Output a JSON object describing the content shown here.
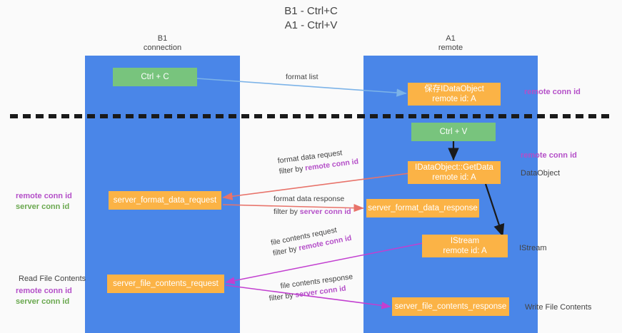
{
  "title": "B1 - Ctrl+C\nA1 - Ctrl+V",
  "lanes": [
    {
      "id": "b1",
      "title": "B1\nconnection",
      "color": "#4a86e8"
    },
    {
      "id": "a1",
      "title": "A1\nremote",
      "color": "#4a86e8"
    }
  ],
  "nodes": {
    "ctrl_c": "Ctrl + C",
    "ctrl_v": "Ctrl + V",
    "save_idataobject": "保存IDataObject\nremote id: A",
    "idataobject_getdata": "IDataObject::GetData\nremote id: A",
    "server_format_data_request": "server_format_data_request",
    "server_format_data_response": "server_format_data_response",
    "istream": "IStream\nremote id: A",
    "server_file_contents_request": "server_file_contents_request",
    "server_file_contents_response": "server_file_contents_response"
  },
  "edges": {
    "format_list": "format list",
    "format_data_request": "format data request",
    "format_data_request_filter_prefix": "filter by ",
    "format_data_request_filter_key": "remote conn id",
    "format_data_response": "format data response",
    "format_data_response_filter_prefix": "filter by ",
    "format_data_response_filter_key": "server conn id",
    "file_contents_request": "file contents request",
    "file_contents_request_filter_prefix": "filter by ",
    "file_contents_request_filter_key": "remote conn id",
    "file_contents_response": "file contents response",
    "file_contents_response_filter_prefix": "filter by ",
    "file_contents_response_filter_key": "server conn id"
  },
  "annotations": {
    "right_remote_conn_id_top": "remote conn id",
    "right_remote_conn_id_mid": "remote conn id",
    "right_dataobject": "DataObject",
    "right_istream": "IStream",
    "right_write_file_contents": "Write File Contents",
    "left_remote_conn_id": "remote conn id",
    "left_server_conn_id": "server conn id",
    "left_read_file_contents": "Read File Contents",
    "left_remote_conn_id_2": "remote conn id",
    "left_server_conn_id_2": "server conn id"
  },
  "colors": {
    "lane": "#4a86e8",
    "node_green": "#78c47d",
    "node_orange": "#fbb346",
    "accent_magenta": "#b44fc8",
    "accent_green": "#6aa84f",
    "arrow_blue": "#7cb3e8",
    "arrow_red": "#e8736a",
    "arrow_black": "#1a1a1a",
    "background": "#fafafa"
  }
}
